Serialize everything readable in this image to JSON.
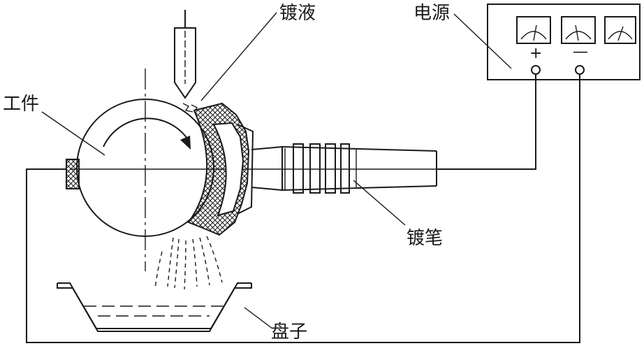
{
  "labels": {
    "plating_solution": "镀液",
    "power_supply": "电源",
    "workpiece": "工件",
    "plating_pen": "镀笔",
    "tray": "盘子"
  },
  "terminals": {
    "positive": "+",
    "negative": "—"
  },
  "meter_count": 3,
  "colors": {
    "line": "#1a1a1a",
    "background": "#ffffff"
  }
}
